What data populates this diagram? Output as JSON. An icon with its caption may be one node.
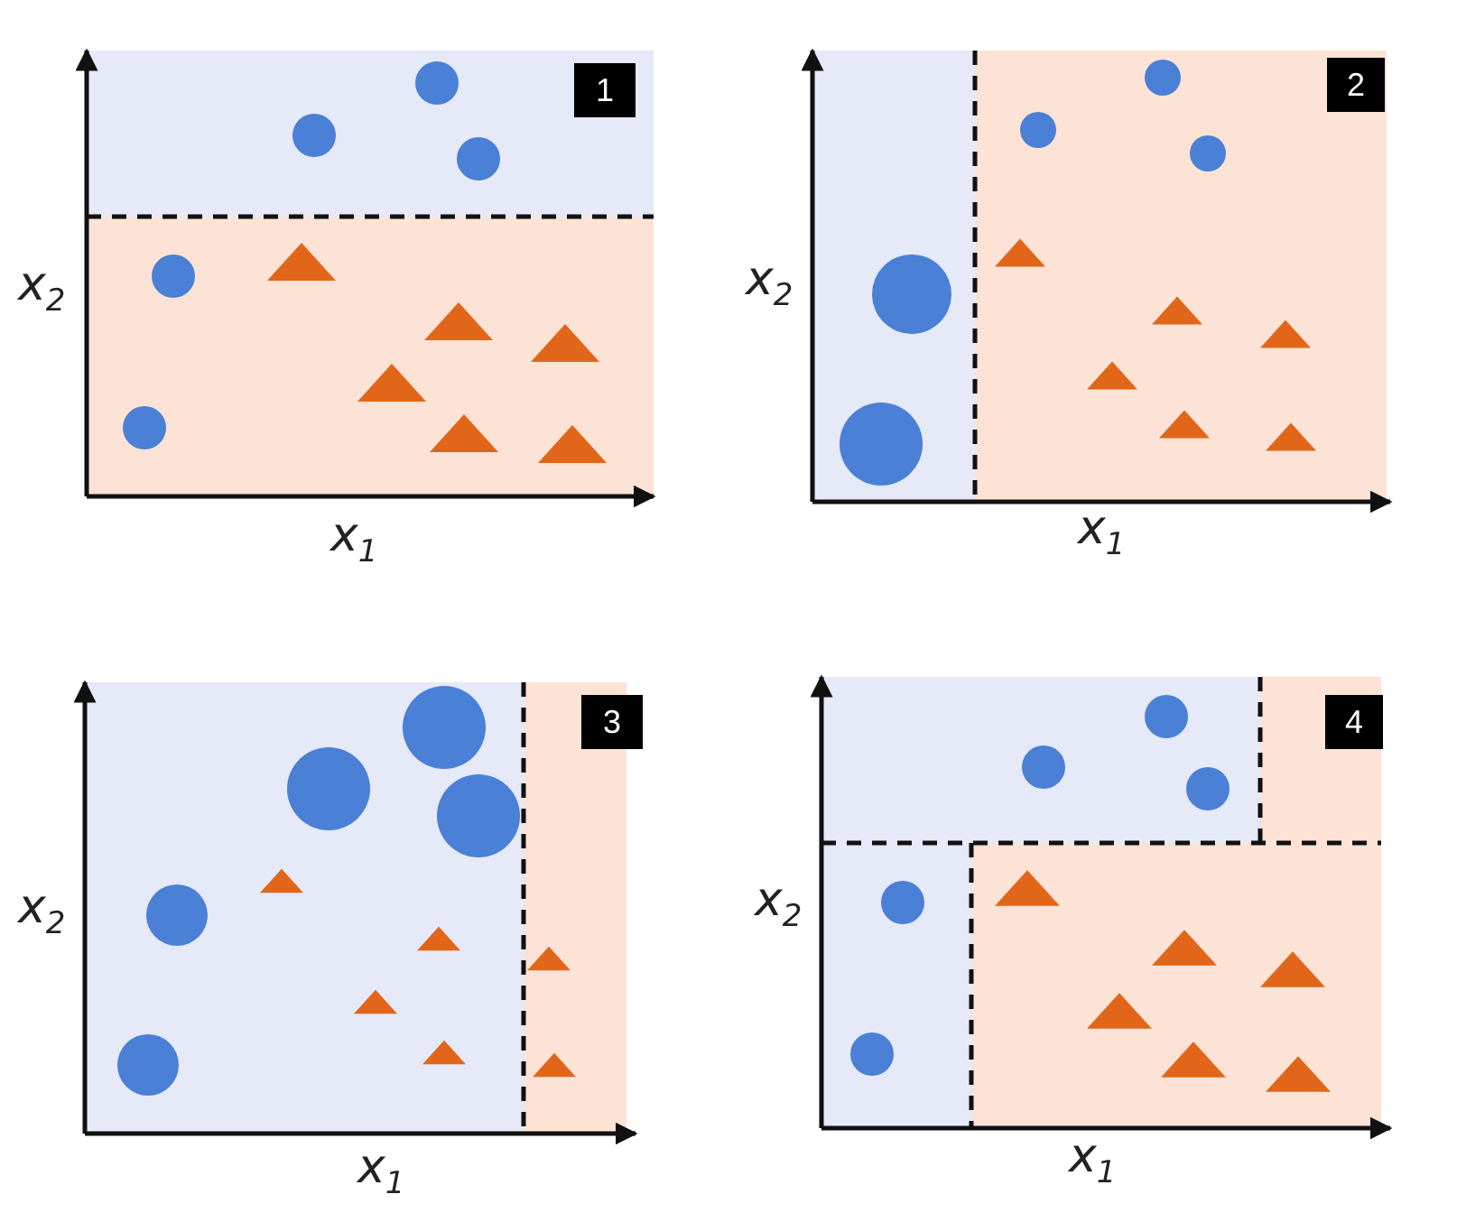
{
  "diagram": {
    "nodes": [
      {
        "text": [
          "1"
        ]
      },
      {
        "text": [
          "2"
        ]
      },
      {
        "text": [
          "3"
        ]
      },
      {
        "text": [
          "4"
        ]
      }
    ],
    "labels": [
      "x$_{2}$",
      "x$_{1}$",
      "x$_{2}$",
      "x$_{1}$",
      "x$_{2}$",
      "x$_{1}$",
      "x$_{2}$",
      "x$_{1}$"
    ]
  }
}
